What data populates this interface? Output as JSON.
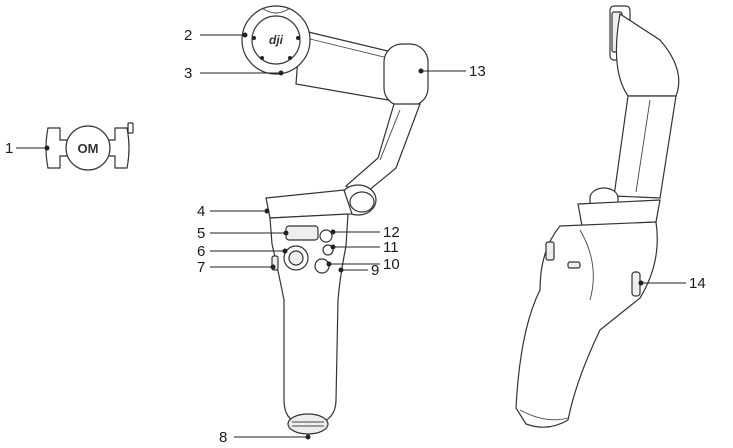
{
  "diagram": {
    "mount_clamp_logo": "OM",
    "phone_mount_logo": "dji",
    "callouts": [
      {
        "id": "callout-1",
        "label": "1"
      },
      {
        "id": "callout-2",
        "label": "2"
      },
      {
        "id": "callout-3",
        "label": "3"
      },
      {
        "id": "callout-4",
        "label": "4"
      },
      {
        "id": "callout-5",
        "label": "5"
      },
      {
        "id": "callout-6",
        "label": "6"
      },
      {
        "id": "callout-7",
        "label": "7"
      },
      {
        "id": "callout-8",
        "label": "8"
      },
      {
        "id": "callout-9",
        "label": "9"
      },
      {
        "id": "callout-10",
        "label": "10"
      },
      {
        "id": "callout-11",
        "label": "11"
      },
      {
        "id": "callout-12",
        "label": "12"
      },
      {
        "id": "callout-13",
        "label": "13"
      },
      {
        "id": "callout-14",
        "label": "14"
      }
    ]
  },
  "colors": {
    "outline": "#333333",
    "fill": "#ffffff",
    "shade": "#eeeeee"
  }
}
